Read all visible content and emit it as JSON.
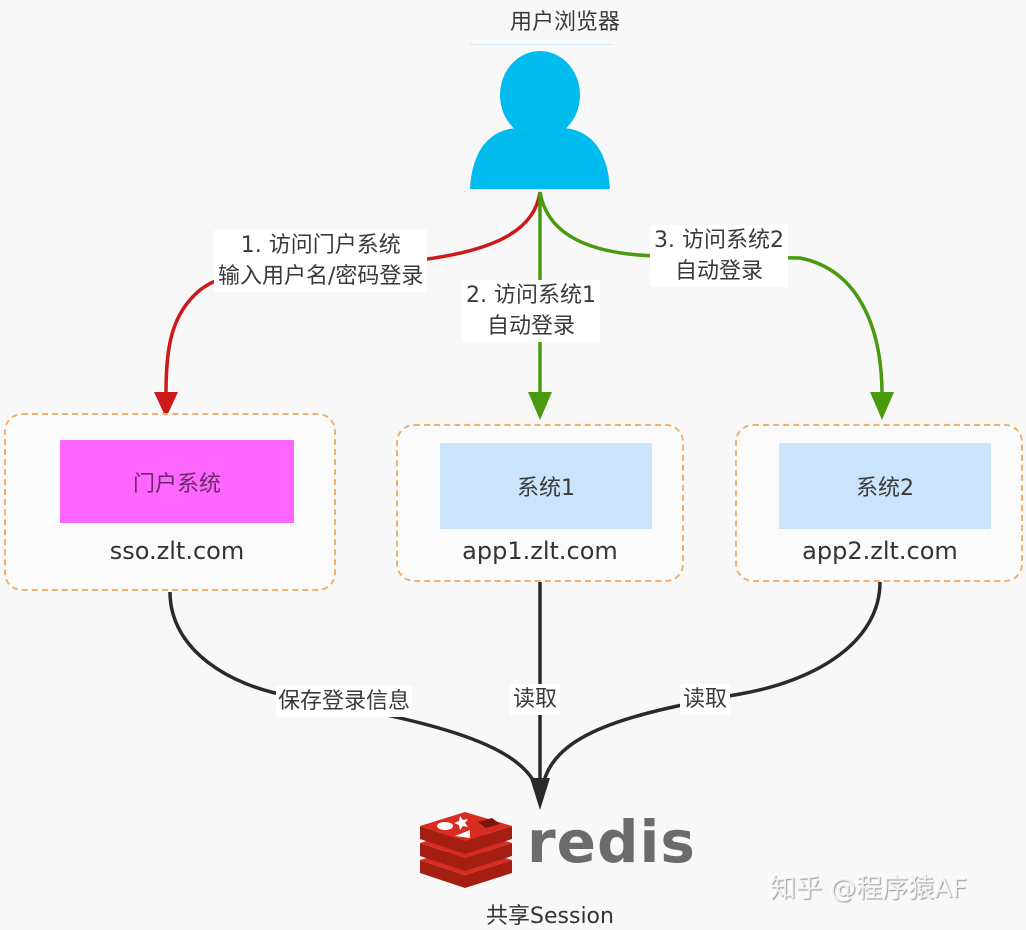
{
  "user": {
    "label": "用户浏览器",
    "icon": "user-icon",
    "color": "#00bbee"
  },
  "edges": {
    "login_portal": {
      "line1": "1. 访问门户系统",
      "line2": "输入用户名/密码登录",
      "color": "#cc1a1a"
    },
    "visit_app1": {
      "line1": "2. 访问系统1",
      "line2": "自动登录",
      "color": "#4a9a10"
    },
    "visit_app2": {
      "line1": "3. 访问系统2",
      "line2": "自动登录",
      "color": "#4a9a10"
    },
    "save_session": {
      "label": "保存登录信息",
      "color": "#2a2a2a"
    },
    "read_app1": {
      "label": "读取",
      "color": "#2a2a2a"
    },
    "read_app2": {
      "label": "读取",
      "color": "#2a2a2a"
    }
  },
  "systems": [
    {
      "name": "门户系统",
      "host": "sso.zlt.com",
      "fill": "#ff66ff",
      "text_color": "#6a2a6a"
    },
    {
      "name": "系统1",
      "host": "app1.zlt.com",
      "fill": "#cce4fb",
      "text_color": "#3a3a3a"
    },
    {
      "name": "系统2",
      "host": "app2.zlt.com",
      "fill": "#cce4fb",
      "text_color": "#3a3a3a"
    }
  ],
  "storage": {
    "logo_text": "redis",
    "logo_icon": "redis-logo-icon",
    "caption": "共享Session",
    "logo_color": "#d82c20"
  },
  "container_border_color": "#f0b070",
  "watermark": "知乎 @程序猿AF"
}
